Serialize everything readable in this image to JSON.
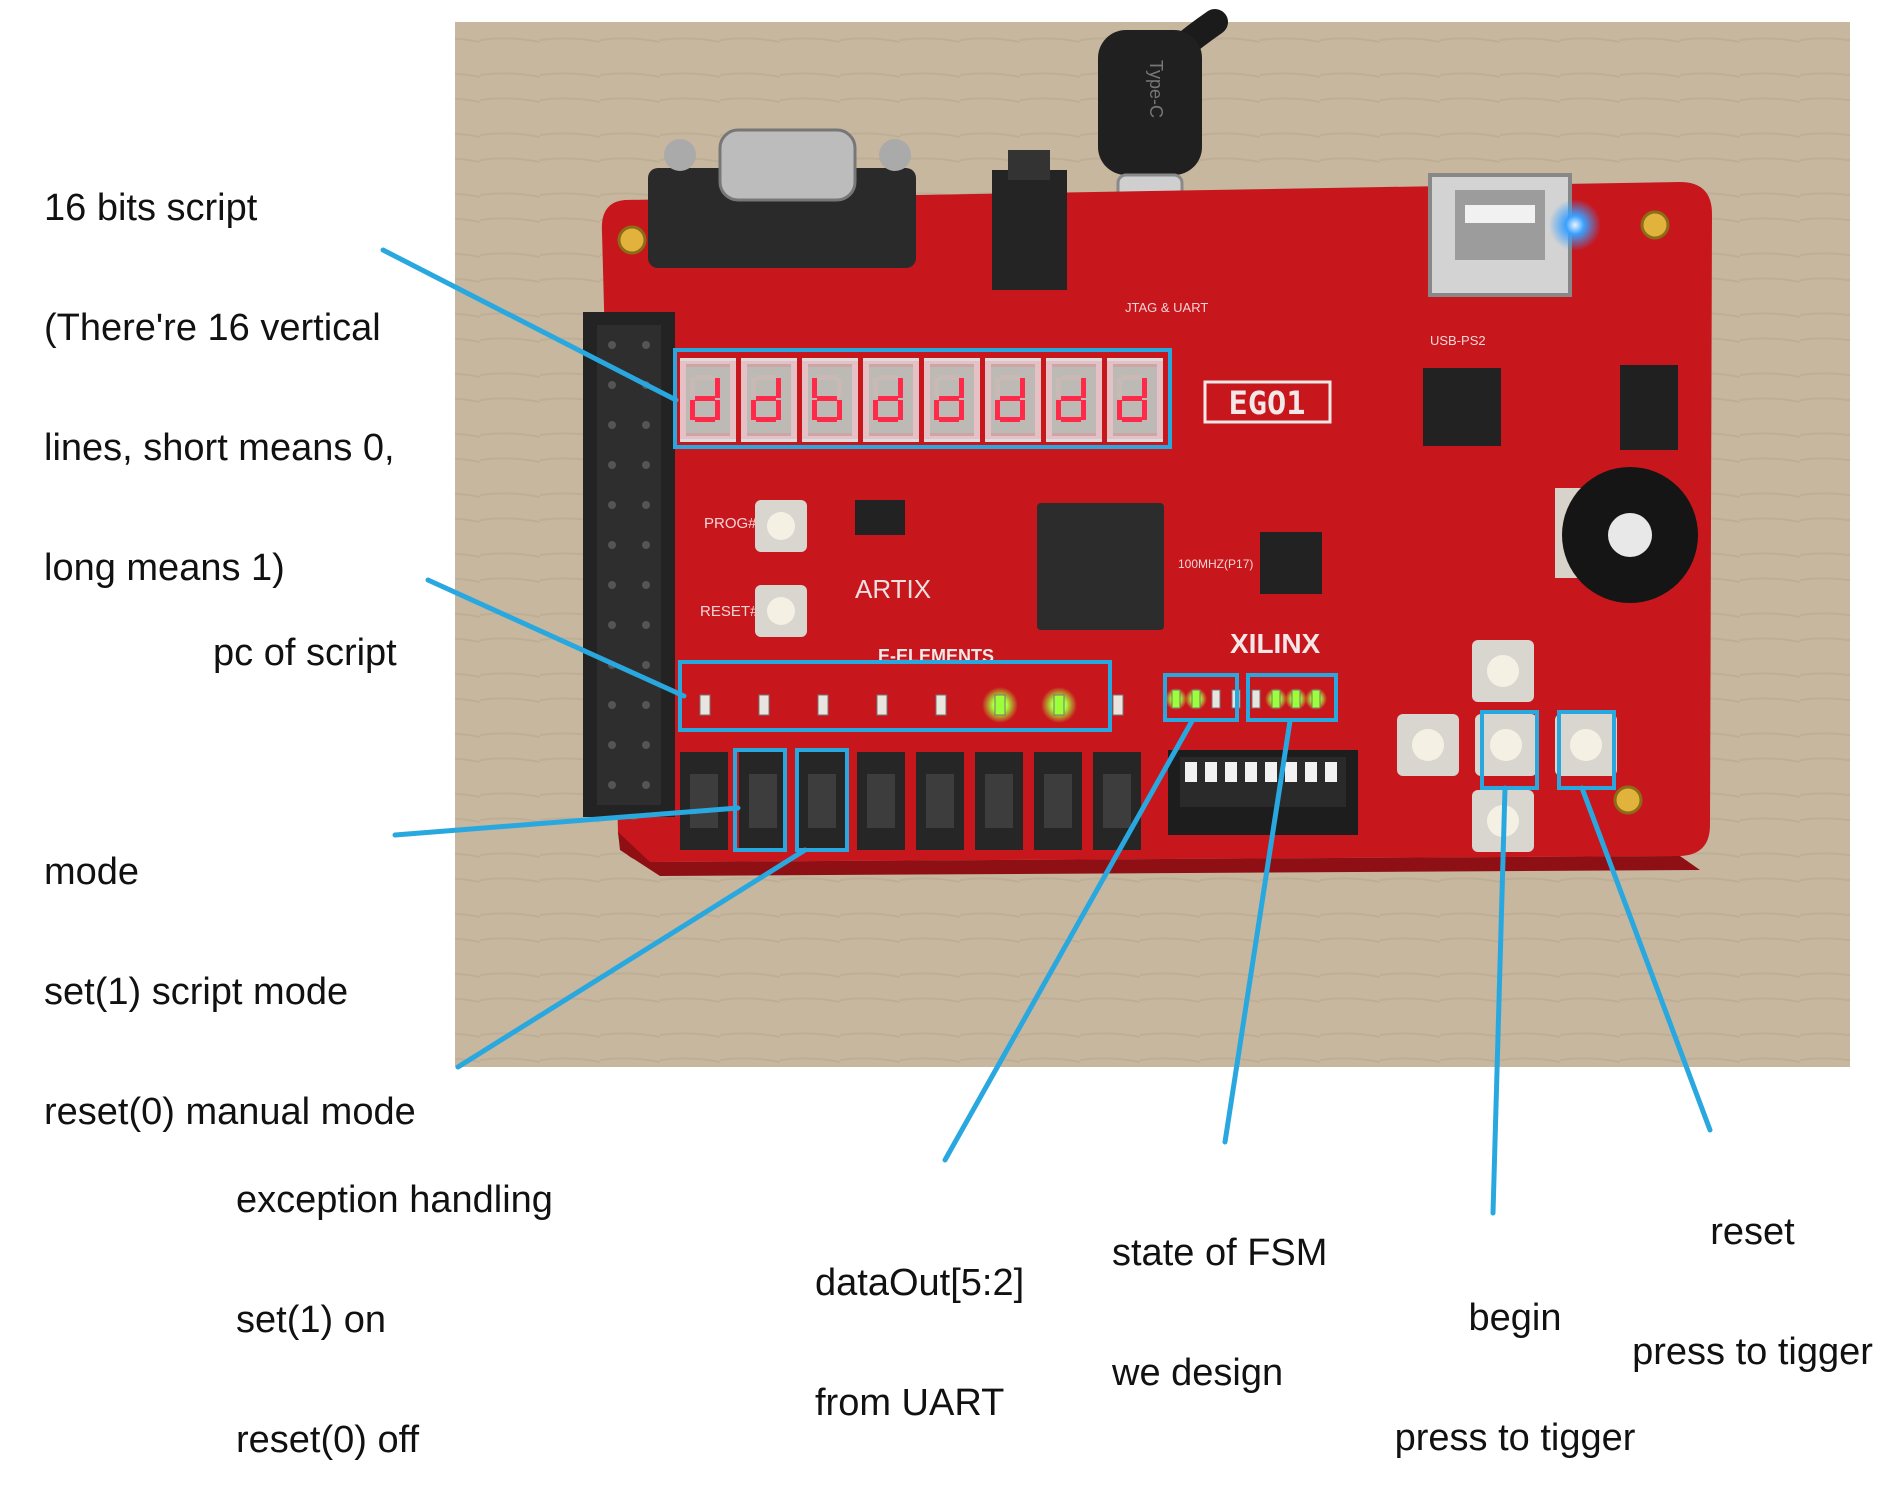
{
  "board": {
    "silkscreen": {
      "model": "EGO1",
      "fpga": "ARTIX",
      "vendor": "XILINX",
      "maker": "E-ELEMENTS",
      "type_c": "Type-C",
      "clock": "100MHZ(P17)",
      "jtag": "JTAG & UART",
      "prog": "PROG#",
      "reset": "RESET#",
      "usb": "USB-PS2"
    },
    "seven_segment_digits": [
      "d",
      "d",
      "b",
      "d",
      "d",
      "d",
      "d",
      "d"
    ],
    "led_state": [
      0,
      0,
      0,
      0,
      0,
      1,
      1,
      0
    ],
    "fsm_leds": [
      1,
      1,
      0,
      0,
      0,
      1,
      1,
      1
    ],
    "colors": {
      "pcb": "#c8161d",
      "segment_on": "#ff2a4a",
      "led_green": "#9cff3a",
      "callout": "#29a8e0",
      "led_blue": "#39a0ff"
    }
  },
  "annotations": [
    {
      "id": "script-bits",
      "lines": [
        "16 bits script",
        "(There're 16 vertical",
        "lines, short means 0,",
        "long means 1)"
      ]
    },
    {
      "id": "pc",
      "lines": [
        "pc of script"
      ]
    },
    {
      "id": "mode",
      "lines": [
        "mode",
        "set(1) script mode",
        "reset(0) manual mode"
      ]
    },
    {
      "id": "exception",
      "lines": [
        "exception handling",
        "set(1) on",
        "reset(0) off"
      ]
    },
    {
      "id": "dataout",
      "lines": [
        "dataOut[5:2]",
        "from UART"
      ]
    },
    {
      "id": "fsm",
      "lines": [
        "state of FSM",
        "we design"
      ]
    },
    {
      "id": "begin",
      "lines": [
        "begin",
        "press to tigger"
      ]
    },
    {
      "id": "reset",
      "lines": [
        "reset",
        "press to tigger"
      ]
    }
  ]
}
